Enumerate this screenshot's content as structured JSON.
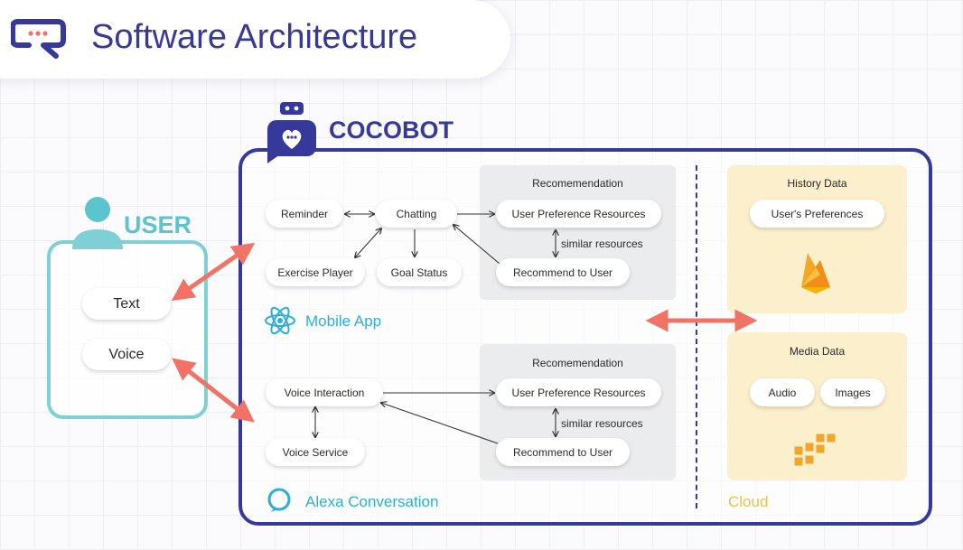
{
  "header": {
    "title": "Software Architecture",
    "logo_icon": "chat-logo-icon"
  },
  "cocobot": {
    "title": "COCOBOT",
    "icon": "robot-heart-icon"
  },
  "user": {
    "label": "USER",
    "icon": "user-icon",
    "inputs": [
      "Text",
      "Voice"
    ]
  },
  "mobile_app": {
    "label": "Mobile App",
    "icon": "react-icon",
    "nodes": {
      "reminder": "Reminder",
      "chatting": "Chatting",
      "exercise_player": "Exercise Player",
      "goal_status": "Goal Status"
    },
    "recommendation": {
      "title": "Recomemendation",
      "user_pref": "User Preference Resources",
      "edge_label": "similar resources",
      "recommend": "Recommend to User"
    }
  },
  "alexa": {
    "label": "Alexa Conversation",
    "icon": "alexa-icon",
    "nodes": {
      "voice_interaction": "Voice Interaction",
      "voice_service": "Voice Service"
    },
    "recommendation": {
      "title": "Recomemendation",
      "user_pref": "User Preference Resources",
      "edge_label": "similar resources",
      "recommend": "Recommend to User"
    }
  },
  "cloud": {
    "label": "Cloud",
    "history": {
      "title": "History Data",
      "item": "User's Preferences",
      "icon": "firebase-icon"
    },
    "media": {
      "title": "Media Data",
      "items": [
        "Audio",
        "Images"
      ],
      "icon": "aws-boxes-icon"
    }
  },
  "colors": {
    "primary": "#36399a",
    "accent_arrow": "#f07366",
    "user_teal": "#5cc4cc",
    "react_blue": "#2ab0d6",
    "cloud_yellow": "#fcefcc"
  }
}
